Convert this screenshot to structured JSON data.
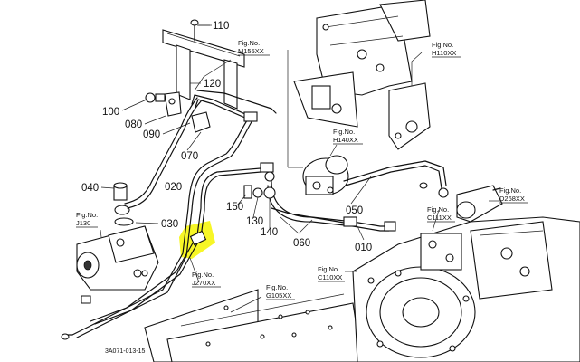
{
  "highlight_color": "#f6f500",
  "part_numbers": {
    "p110": "110",
    "p120": "120",
    "p100": "100",
    "p080": "080",
    "p090": "090",
    "p070": "070",
    "p040": "040",
    "p020": "020",
    "p030": "030",
    "p150": "150",
    "p130": "130",
    "p140": "140",
    "p060": "060",
    "p050": "050",
    "p010": "010"
  },
  "fig_refs": {
    "m155": {
      "label": "Fig.No.",
      "code": "M155XX"
    },
    "h110": {
      "label": "Fig.No.",
      "code": "H110XX"
    },
    "h140": {
      "label": "Fig.No.",
      "code": "H140XX"
    },
    "j130": {
      "label": "Fig.No.",
      "code": "J130"
    },
    "j270": {
      "label": "Fig.No.",
      "code": "J270XX"
    },
    "g105": {
      "label": "Fig.No.",
      "code": "G105XX"
    },
    "c111": {
      "label": "Fig.No.",
      "code": "C111XX"
    },
    "d268": {
      "label": "Fig.No.",
      "code": "D268XX"
    },
    "c110": {
      "label": "Fig.No.",
      "code": "C110XX"
    }
  },
  "drawing_code": "3A071-013-15"
}
